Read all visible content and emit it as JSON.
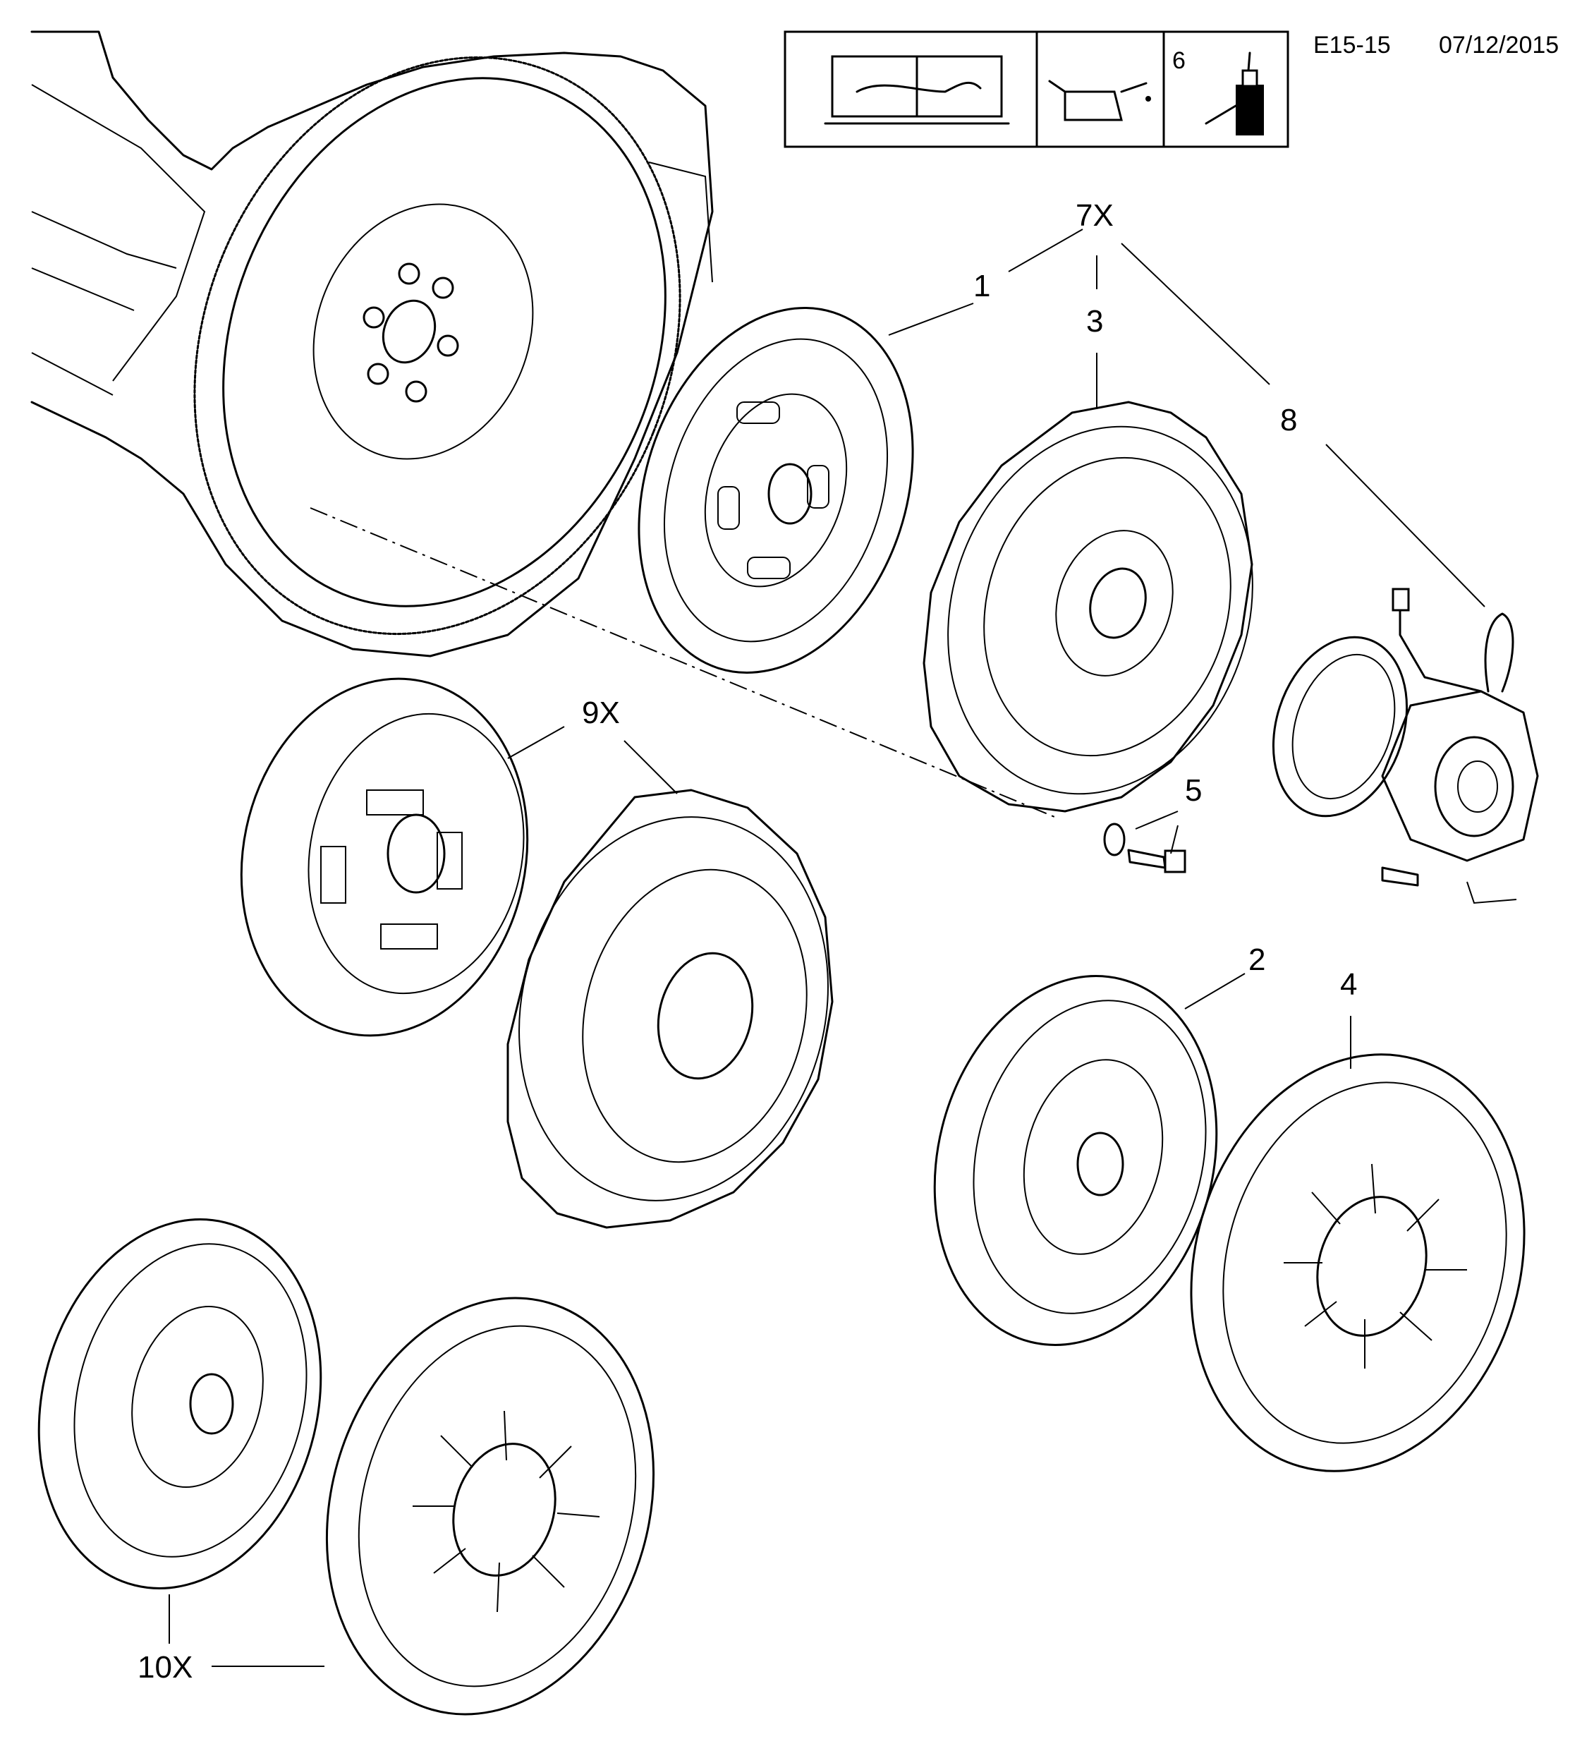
{
  "header": {
    "code": "E15-15",
    "date": "07/12/2015",
    "legend_number": "6",
    "legend_icons": [
      "manual-wrench-icon",
      "oil-can-icon",
      "adhesive-bottle-icon"
    ]
  },
  "callouts": {
    "c1": "1",
    "c2": "2",
    "c3": "3",
    "c4": "4",
    "c5": "5",
    "c7x": "7X",
    "c8": "8",
    "c9x": "9X",
    "c10x": "10X"
  },
  "colors": {
    "line": "#000000",
    "background": "#ffffff"
  }
}
